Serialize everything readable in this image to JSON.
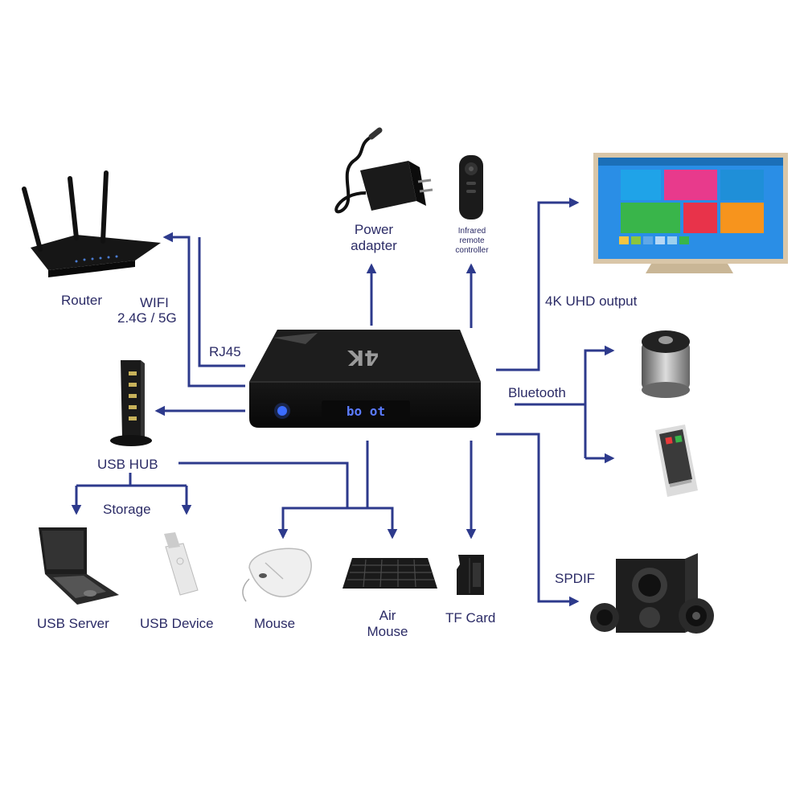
{
  "colors": {
    "arrow": "#2d3a8c",
    "label": "#2b2b66",
    "device": "#151515",
    "led": "#3b6cff"
  },
  "center_device": {
    "name": "4K",
    "display": "bo ot"
  },
  "labels": {
    "router": "Router",
    "wifi_line1": "WIFI",
    "wifi_line2": "2.4G / 5G",
    "rj45": "RJ45",
    "power_line1": "Power",
    "power_line2": "adapter",
    "remote_line1": "Infrared",
    "remote_line2": "remote",
    "remote_line3": "controller",
    "uhd_output": "4K UHD output",
    "bluetooth": "Bluetooth",
    "usb_hub": "USB HUB",
    "storage": "Storage",
    "usb_server": "USB Server",
    "usb_device": "USB Device",
    "mouse": "Mouse",
    "air_mouse_line1": "Air",
    "air_mouse_line2": "Mouse",
    "tf_card": "TF Card",
    "spdif": "SPDIF"
  },
  "tv_tiles": [
    {
      "color": "#1fa3e8"
    },
    {
      "color": "#e83a8c"
    },
    {
      "color": "#1f8fd8"
    },
    {
      "color": "#39b54a"
    },
    {
      "color": "#e8334a"
    },
    {
      "color": "#f7941d"
    }
  ],
  "icons": [
    "router-icon",
    "power-adapter-icon",
    "remote-control-icon",
    "tv-icon",
    "bluetooth-speaker-icon",
    "smartphone-icon",
    "usb-hub-icon",
    "laptop-icon",
    "usb-stick-icon",
    "mouse-icon",
    "keyboard-icon",
    "tf-card-icon",
    "speaker-system-icon"
  ]
}
